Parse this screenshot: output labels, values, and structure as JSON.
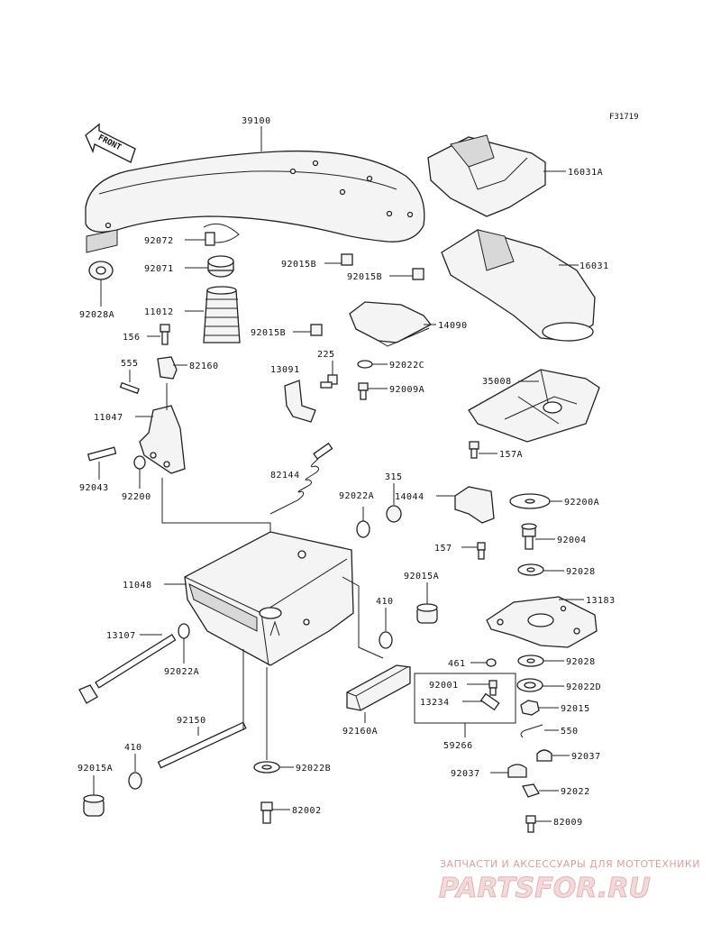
{
  "diagram": {
    "ref_code": "F31719",
    "front_label": "FRONT",
    "labels": {
      "p39100": "39100",
      "p16031A": "16031A",
      "p16031": "16031",
      "p92072": "92072",
      "p92071": "92071",
      "p92028A": "92028A",
      "p11012": "11012",
      "p156": "156",
      "p555": "555",
      "p82160": "82160",
      "p11047": "11047",
      "p92043": "92043",
      "p92200": "92200",
      "p92015B_1": "92015B",
      "p92015B_2": "92015B",
      "p92015B_3": "92015B",
      "p14090": "14090",
      "p225": "225",
      "p13091": "13091",
      "p92022C": "92022C",
      "p92009A": "92009A",
      "p35008": "35008",
      "p157A": "157A",
      "p82144": "82144",
      "p92022A_1": "92022A",
      "p315": "315",
      "p14044": "14044",
      "p92200A": "92200A",
      "p92004": "92004",
      "p157": "157",
      "p92028_1": "92028",
      "p11048": "11048",
      "p92015A_1": "92015A",
      "p13183": "13183",
      "p410_1": "410",
      "p13107": "13107",
      "p92022A_2": "92022A",
      "p461": "461",
      "p92001": "92001",
      "p13234": "13234",
      "p59266": "59266",
      "p92028_2": "92028",
      "p92022D": "92022D",
      "p92015": "92015",
      "p550": "550",
      "p92037_1": "92037",
      "p92037_2": "92037",
      "p92022": "92022",
      "p82009": "82009",
      "p92160A": "92160A",
      "p92150": "92150",
      "p410_2": "410",
      "p92015A_2": "92015A",
      "p92022B": "92022B",
      "p82002": "82002"
    }
  },
  "watermark": {
    "tagline": "ЗАПЧАСТИ И АКСЕССУАРЫ ДЛЯ МОТОТЕХНИКИ",
    "brand": "PARTSFOR.RU"
  }
}
